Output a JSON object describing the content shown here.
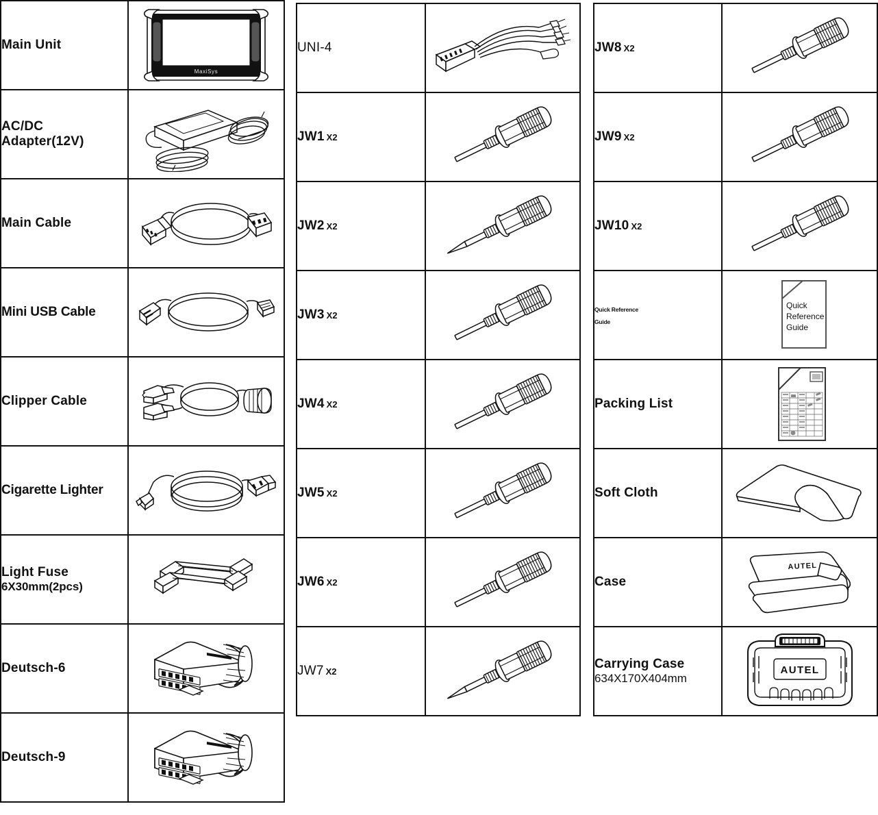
{
  "document": {
    "kind": "packing-list-accessory-table",
    "brand": "AUTEL",
    "device_logo": "MaxiSys"
  },
  "tables": [
    {
      "id": "left",
      "rows": [
        {
          "label": "Main Unit",
          "sub": "",
          "qty": "",
          "icon": "tablet-main-unit"
        },
        {
          "label": "AC/DC\nAdapter(12V)",
          "sub": "",
          "qty": "",
          "icon": "ac-dc-adapter"
        },
        {
          "label": "Main Cable",
          "sub": "",
          "qty": "",
          "icon": "main-cable"
        },
        {
          "label": "Mini USB Cable",
          "sub": "",
          "qty": "",
          "icon": "mini-usb-cable"
        },
        {
          "label": "Clipper Cable",
          "sub": "",
          "qty": "",
          "icon": "clipper-cable"
        },
        {
          "label": "Cigarette Lighter",
          "sub": "",
          "qty": "",
          "icon": "cigarette-lighter-cable"
        },
        {
          "label": "Light Fuse",
          "sub": "6X30mm(2pcs)",
          "qty": "",
          "icon": "light-fuse"
        },
        {
          "label": "Deutsch-6",
          "sub": "",
          "qty": "",
          "icon": "deutsch-6-connector"
        },
        {
          "label": "Deutsch-9",
          "sub": "",
          "qty": "",
          "icon": "deutsch-9-connector"
        }
      ]
    },
    {
      "id": "mid",
      "rows": [
        {
          "label": "UNI-4",
          "sub": "",
          "qty": "",
          "icon": "uni-4-breakout-cable",
          "weight": "light"
        },
        {
          "label": "JW1",
          "sub": "",
          "qty": "X2",
          "icon": "jumper-wire-blunt"
        },
        {
          "label": "JW2",
          "sub": "",
          "qty": "X2",
          "icon": "jumper-wire-needle"
        },
        {
          "label": "JW3",
          "sub": "",
          "qty": "X2",
          "icon": "jumper-wire-blunt"
        },
        {
          "label": "JW4",
          "sub": "",
          "qty": "X2",
          "icon": "jumper-wire-blunt"
        },
        {
          "label": "JW5",
          "sub": "",
          "qty": "X2",
          "icon": "jumper-wire-blunt"
        },
        {
          "label": "JW6",
          "sub": "",
          "qty": "X2",
          "icon": "jumper-wire-blunt"
        },
        {
          "label": "JW7",
          "sub": "",
          "qty": "X2",
          "icon": "jumper-wire-needle",
          "weight": "light"
        }
      ]
    },
    {
      "id": "right",
      "rows": [
        {
          "label": "JW8",
          "sub": "",
          "qty": "X2",
          "icon": "jumper-wire-blunt"
        },
        {
          "label": "JW9",
          "sub": "",
          "qty": "X2",
          "icon": "jumper-wire-blunt"
        },
        {
          "label": "JW10",
          "sub": "",
          "qty": "X2",
          "icon": "jumper-wire-blunt"
        },
        {
          "label": "Quick Reference\nGuide",
          "sub": "",
          "qty": "",
          "icon": "quick-reference-guide-doc",
          "size": "tiny",
          "doc_text": "Quick\nReference\nGuide"
        },
        {
          "label": "Packing List",
          "sub": "",
          "qty": "",
          "icon": "packing-list-doc"
        },
        {
          "label": "Soft Cloth",
          "sub": "",
          "qty": "",
          "icon": "soft-cloth"
        },
        {
          "label": "Case",
          "sub": "",
          "qty": "",
          "icon": "soft-case",
          "brand_text": "AUTEL"
        },
        {
          "label": "Carrying Case",
          "sub": "634X170X404mm",
          "qty": "",
          "icon": "hard-carrying-case",
          "brand_text": "AUTEL"
        }
      ]
    }
  ],
  "colors": {
    "ink": "#111111",
    "paper": "#ffffff"
  }
}
